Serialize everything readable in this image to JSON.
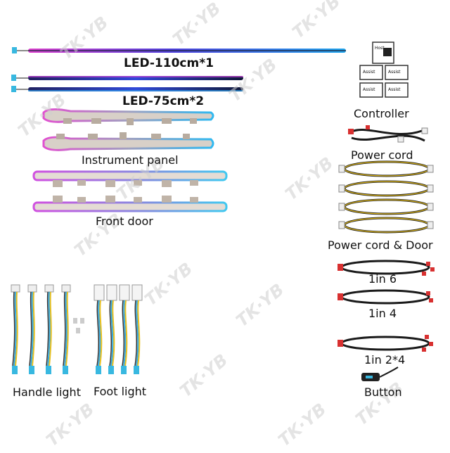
{
  "watermark": "TK·YB",
  "labels": {
    "led_110": "LED-110cm*1",
    "led_75": "LED-75cm*2",
    "instrument_panel": "Instrument panel",
    "front_door": "Front door",
    "controller": "Controller",
    "power_cord": "Power cord",
    "power_cord_door": "Power cord & Door",
    "one_in_six": "1in 6",
    "one_in_four": "1in 4",
    "one_in_two_four": "1in 2*4",
    "button": "Button",
    "handle_light": "Handle light",
    "foot_light": "Foot light"
  },
  "controller_modules": {
    "host": "Host",
    "assist": "Assist"
  },
  "colors": {
    "strip_pink": "#e040d0",
    "strip_blue": "#3050e8",
    "strip_cyan": "#30c8f0",
    "cable": "#1a1a1a",
    "cable_yellow": "#e8c020",
    "connector_white": "#eeeeee",
    "connector_red": "#d83030",
    "connector_cyan": "#38b8e0"
  }
}
